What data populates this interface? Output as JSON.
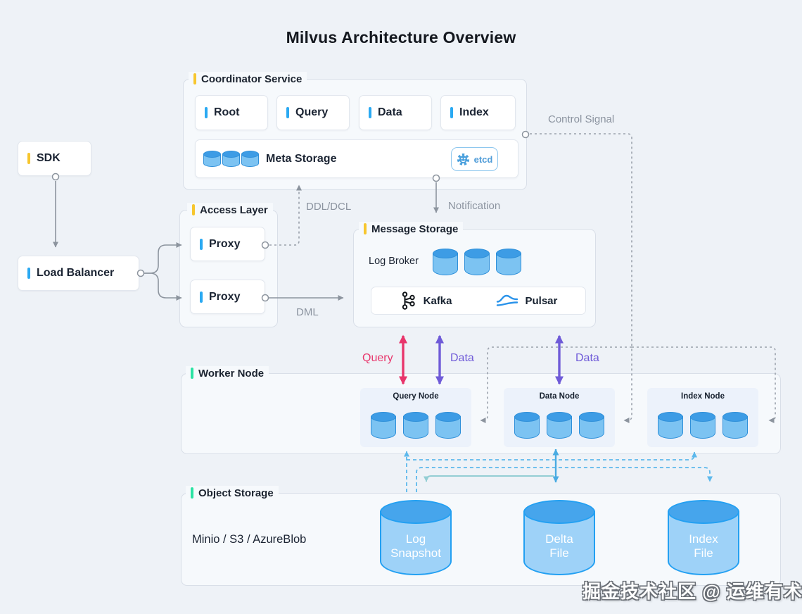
{
  "title": "Milvus Architecture Overview",
  "watermark": "掘金技术社区 @ 运维有术",
  "sdk": {
    "label": "SDK"
  },
  "load_balancer": {
    "label": "Load Balancer"
  },
  "coordinator": {
    "label": "Coordinator Service",
    "services": [
      "Root",
      "Query",
      "Data",
      "Index"
    ],
    "meta_storage": {
      "label": "Meta Storage",
      "badge": "etcd"
    }
  },
  "access_layer": {
    "label": "Access Layer",
    "proxies": [
      "Proxy",
      "Proxy"
    ]
  },
  "message_storage": {
    "label": "Message Storage",
    "log_broker_label": "Log Broker",
    "brokers": [
      "Kafka",
      "Pulsar"
    ]
  },
  "worker_node": {
    "label": "Worker Node",
    "nodes": [
      "Query Node",
      "Data Node",
      "Index Node"
    ]
  },
  "object_storage": {
    "label": "Object Storage",
    "providers": "Minio / S3 / AzureBlob",
    "files": [
      {
        "line1": "Log",
        "line2": "Snapshot"
      },
      {
        "line1": "Delta",
        "line2": "File"
      },
      {
        "line1": "Index",
        "line2": "File"
      }
    ]
  },
  "edge_labels": {
    "control_signal": "Control Signal",
    "ddl_dcl": "DDL/DCL",
    "dml": "DML",
    "notification": "Notification",
    "query": "Query",
    "data_query_node": "Data",
    "data_data_node": "Data"
  },
  "colors": {
    "accent_yellow": "#f7c62e",
    "accent_blue": "#2aa9f2",
    "accent_green": "#2be3a4",
    "arrow_query": "#e8356b",
    "arrow_data": "#6f5bd8",
    "control_gray": "#8c949e",
    "flow_blue": "#5cb8ec",
    "cylinder_body": "#7cc3f2",
    "cylinder_top": "#3d9ce5"
  }
}
